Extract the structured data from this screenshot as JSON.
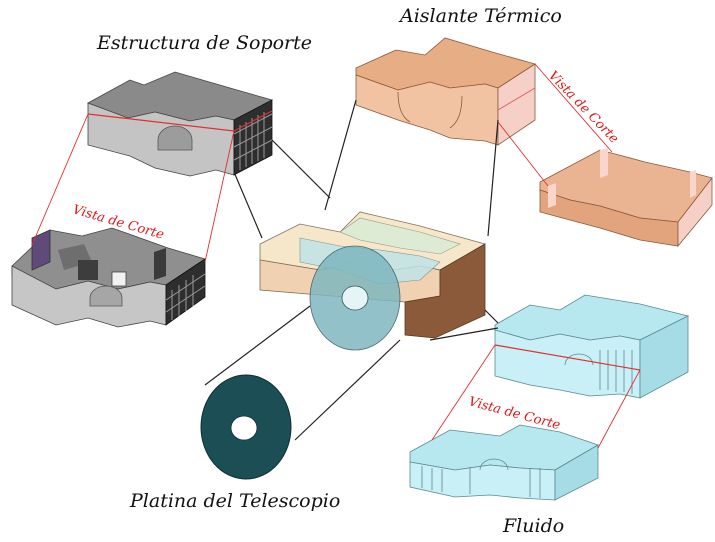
{
  "labels": {
    "support_structure": "Estructura de Soporte",
    "thermal_insulation": "Aislante Térmico",
    "telescope_platen": "Platina del Telescopio",
    "fluid": "Fluido"
  },
  "cut_view_labels": {
    "support": "Vista de Corte",
    "insulation": "Vista de Corte",
    "fluid": "Vista de Corte"
  },
  "colors": {
    "support_top": "#8a8a8a",
    "support_front": "#c4c4c4",
    "support_side": "#2e2e2e",
    "insulation_top": "#e7ae86",
    "insulation_front": "#f2c3a2",
    "insulation_side": "#f6cfc7",
    "fluid_top": "#b8e8ef",
    "fluid_front": "#c8f0f6",
    "fluid_side": "#a6dce6",
    "platen": "#1c4e55",
    "cut_line": "#e03030",
    "cut_text": "#e01818",
    "connector": "#222222"
  }
}
